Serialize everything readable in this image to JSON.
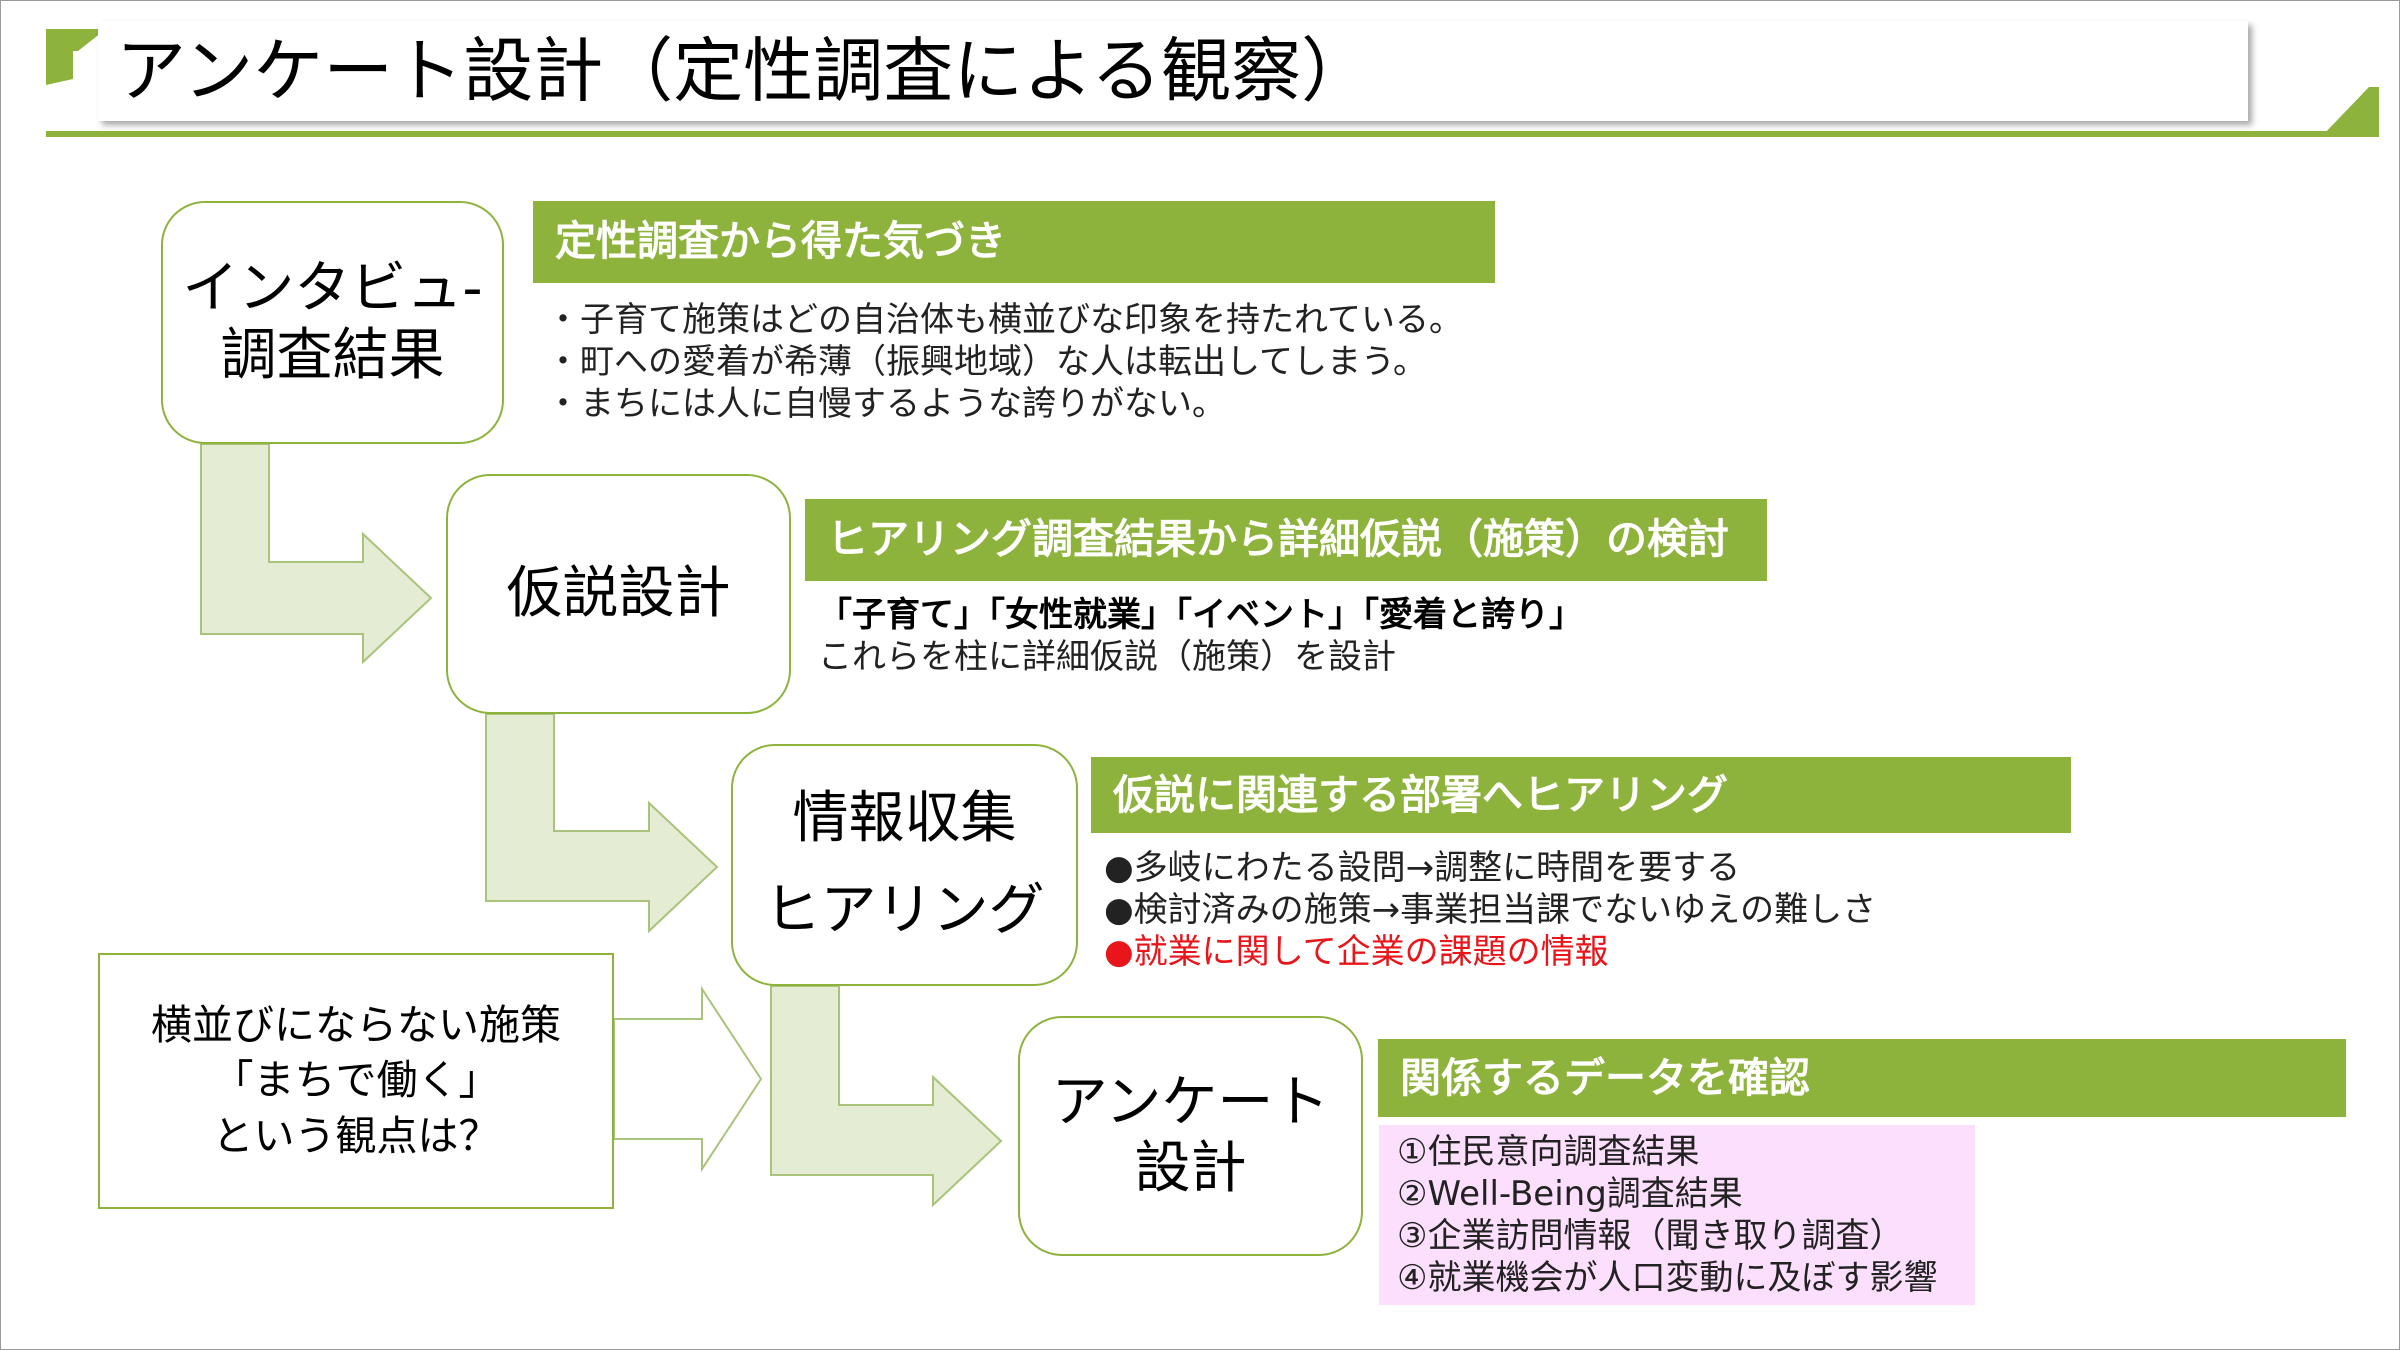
{
  "title": "アンケート設計（定性調査による観察）",
  "colors": {
    "accent": "#8db33d",
    "arrow_fill": "#e4edd4",
    "highlight": "#e8161b",
    "pink_bg": "#fcdffc"
  },
  "steps": [
    {
      "label": "インタビュ-\n調査結果"
    },
    {
      "label": "仮説設計"
    },
    {
      "label": "情報収集\nヒアリング"
    },
    {
      "label": "アンケート\n設計"
    }
  ],
  "side_note": {
    "text": "横並びにならない施策\n「まちで働く」\nという観点は？"
  },
  "sections": [
    {
      "header": "定性調査から得た気づき",
      "lines": [
        "・子育て施策はどの自治体も横並びな印象を持たれている。",
        "・町への愛着が希薄（振興地域）な人は転出してしまう。",
        "・まちには人に自慢するような誇りがない。"
      ]
    },
    {
      "header": "ヒアリング調査結果から詳細仮説（施策）の検討",
      "bold_line": "「子育て」「女性就業」「イベント」「愛着と誇り」",
      "line": "これらを柱に詳細仮説（施策）を設計"
    },
    {
      "header": "仮説に関連する部署へヒアリング",
      "lines": [
        "●多岐にわたる設問→調整に時間を要する",
        "●検討済みの施策→事業担当課でないゆえの難しさ"
      ],
      "highlight_line": "●就業に関して企業の課題の情報"
    },
    {
      "header": "関係するデータを確認",
      "lines": [
        "①住民意向調査結果",
        "②Well-Being調査結果",
        "③企業訪問情報（聞き取り調査）",
        "④就業機会が人口変動に及ぼす影響"
      ]
    }
  ]
}
